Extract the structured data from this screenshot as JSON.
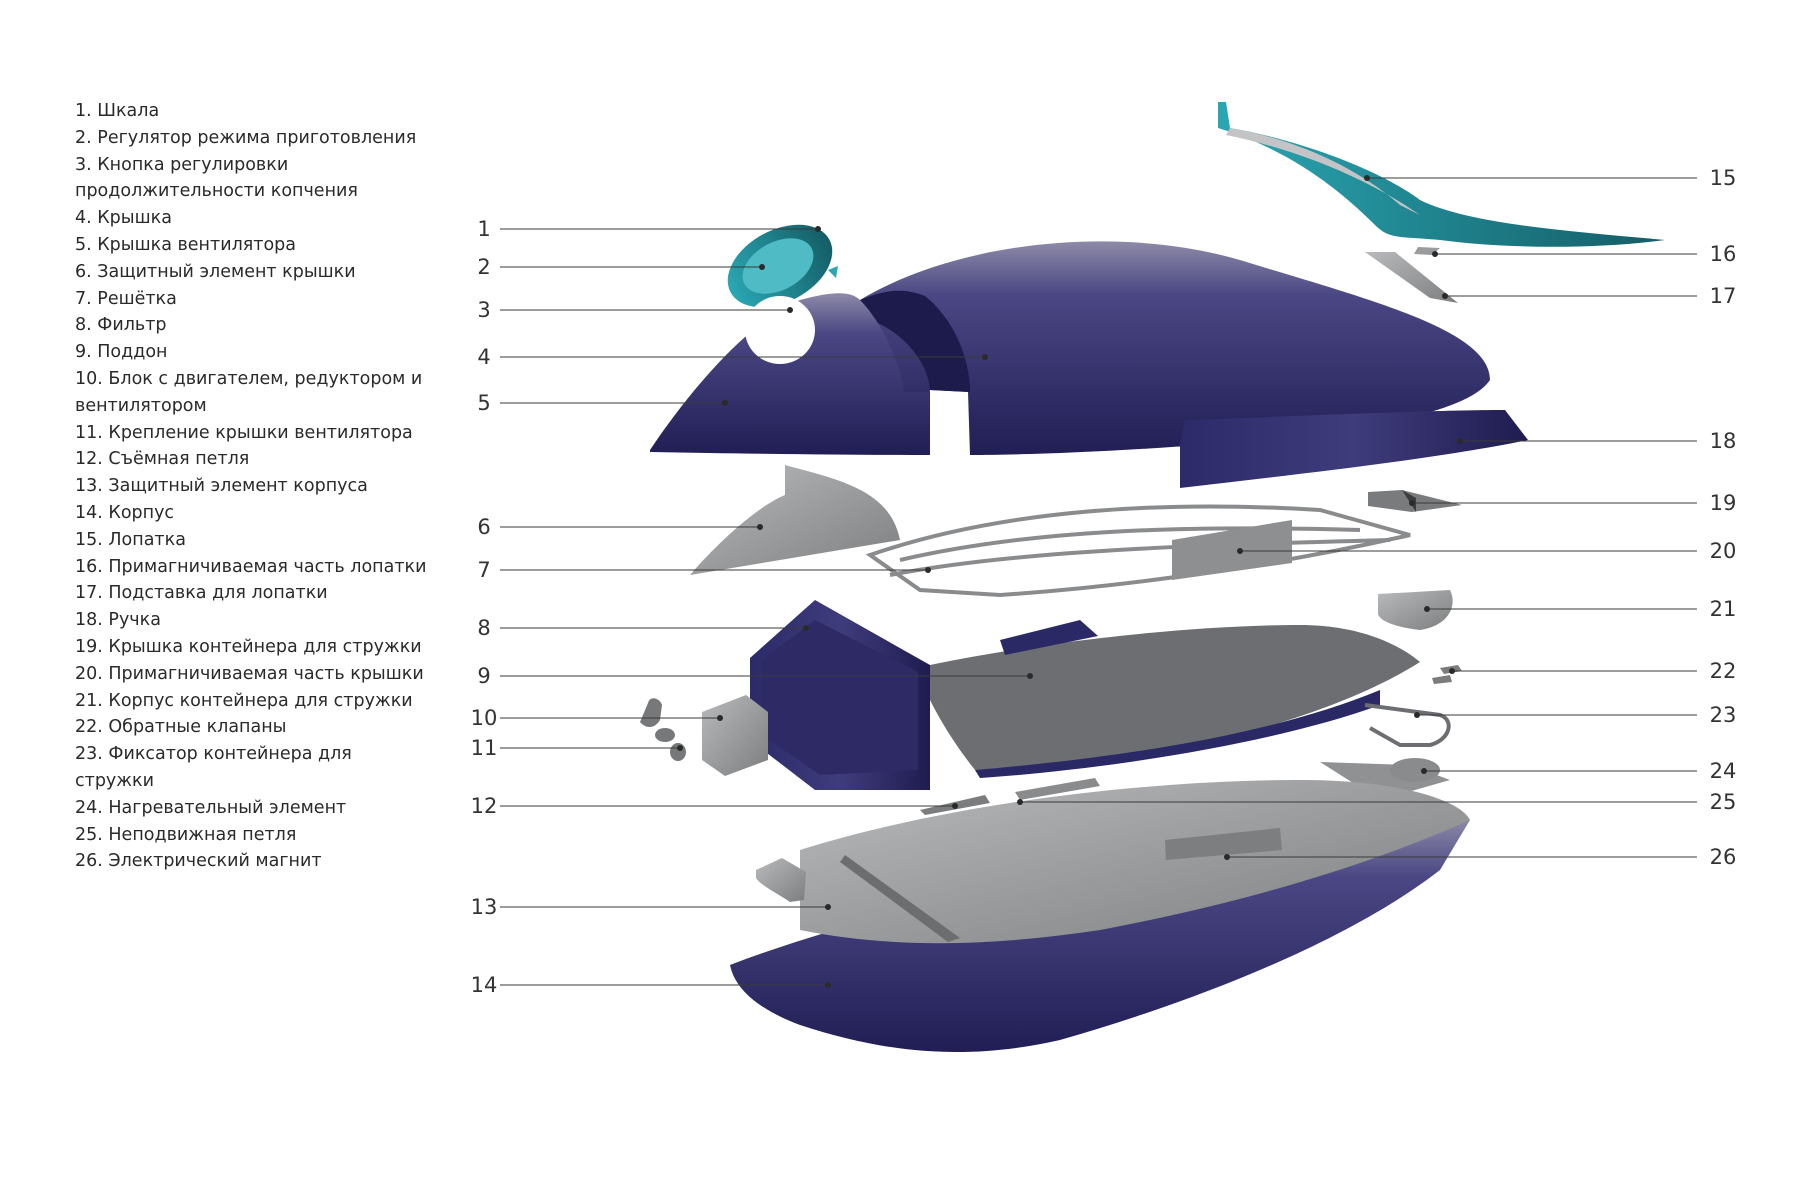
{
  "legend": [
    "1. Шкала",
    "2. Регулятор режима приготовления",
    "3. Кнопка регулировки продолжительности копчения",
    "4. Крышка",
    "5. Крышка вентилятора",
    "6. Защитный элемент крышки",
    "7. Решётка",
    "8. Фильтр",
    "9. Поддон",
    "10. Блок с двигателем, редуктором и вентилятором",
    "11. Крепление крышки вентилятора",
    "12. Съёмная петля",
    "13. Защитный элемент корпуса",
    "14. Корпус",
    "15. Лопатка",
    "16. Примагничиваемая часть лопатки",
    "17. Подставка для лопатки",
    "18. Ручка",
    "19. Крышка контейнера для стружки",
    "20. Примагничиваемая часть крышки",
    "21. Корпус контейнера для стружки",
    "22. Обратные клапаны",
    "23. Фиксатор контейнера для стружки",
    "24. Нагревательный элемент",
    "25. Неподвижная петля",
    "26. Электрический магнит"
  ],
  "callouts_left": [
    "1",
    "2",
    "3",
    "4",
    "5",
    "6",
    "7",
    "8",
    "9",
    "10",
    "11",
    "12",
    "13",
    "14"
  ],
  "callouts_right": [
    "15",
    "16",
    "17",
    "18",
    "19",
    "20",
    "21",
    "22",
    "23",
    "24",
    "25",
    "26"
  ],
  "colors": {
    "body_navy": "#2b2866",
    "part_gray": "#8a8b8d",
    "accent_teal": "#1f8f9a"
  }
}
